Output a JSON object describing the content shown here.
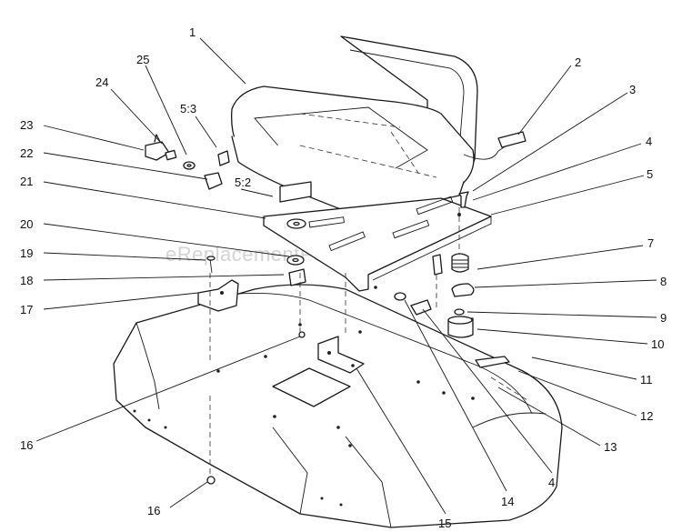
{
  "watermark": "eReplacementParts.com",
  "callouts": {
    "c1": "1",
    "c2": "2",
    "c3": "3",
    "c4a": "4",
    "c4b": "4",
    "c5": "5",
    "c5_2": "5:2",
    "c5_3": "5:3",
    "c7": "7",
    "c8": "8",
    "c9": "9",
    "c10": "10",
    "c11": "11",
    "c12": "12",
    "c13": "13",
    "c14": "14",
    "c15": "15",
    "c16a": "16",
    "c16b": "16",
    "c17": "17",
    "c18": "18",
    "c19": "19",
    "c20": "20",
    "c21": "21",
    "c22": "22",
    "c23": "23",
    "c24": "24",
    "c25": "25"
  }
}
